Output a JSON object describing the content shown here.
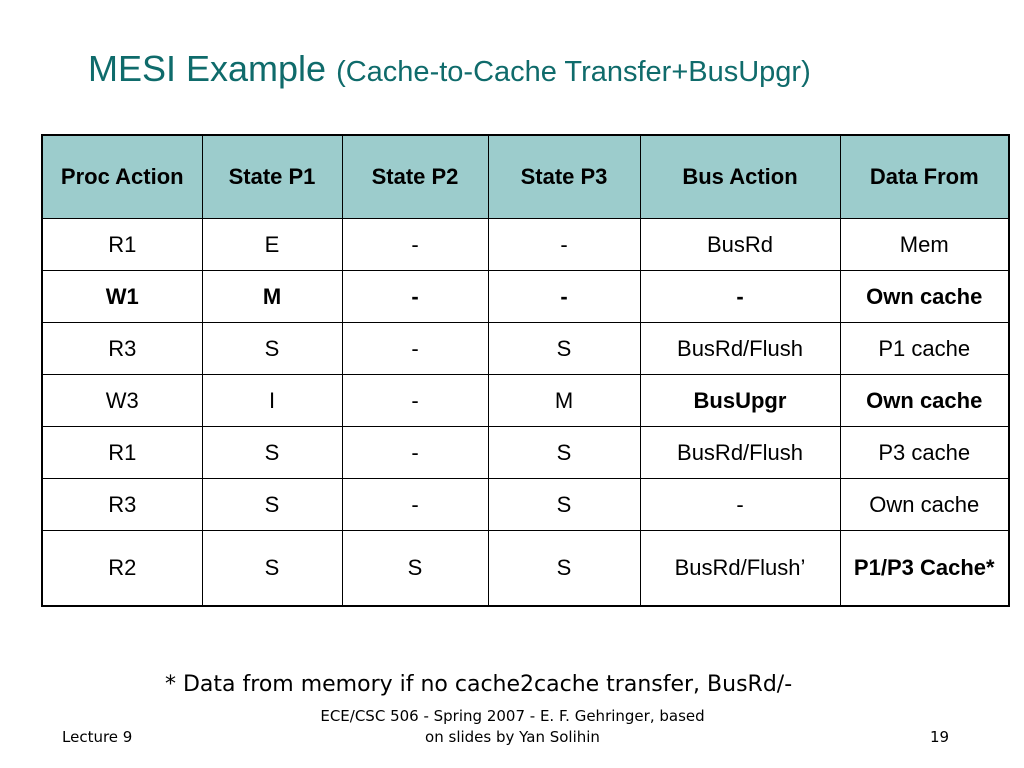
{
  "title": {
    "main": "MESI Example",
    "sub": "(Cache-to-Cache Transfer+BusUpgr)"
  },
  "table": {
    "headers": [
      "Proc Action",
      "State P1",
      "State P2",
      "State P3",
      "Bus Action",
      "Data From"
    ],
    "rows": [
      [
        "R1",
        "E",
        "-",
        "-",
        "BusRd",
        "Mem"
      ],
      [
        "W1",
        "M",
        "-",
        "-",
        "-",
        "Own cache"
      ],
      [
        "R3",
        "S",
        "-",
        "S",
        "BusRd/Flush",
        "P1 cache"
      ],
      [
        "W3",
        "I",
        "-",
        "M",
        "BusUpgr",
        "Own cache"
      ],
      [
        "R1",
        "S",
        "-",
        "S",
        "BusRd/Flush",
        "P3 cache"
      ],
      [
        "R3",
        "S",
        "-",
        "S",
        "-",
        "Own cache"
      ],
      [
        "R2",
        "S",
        "S",
        "S",
        "BusRd/Flush’",
        "P1/P3 Cache*"
      ]
    ]
  },
  "footnote": "* Data from memory if no cache2cache transfer, BusRd/-",
  "footer": {
    "left": "Lecture 9",
    "center": "ECE/CSC 506 - Spring 2007 - E. F. Gehringer, based on slides by Yan Solihin",
    "right": "19"
  },
  "colors": {
    "title": "#0f6b6b",
    "header_bg": "#9ccccc"
  }
}
